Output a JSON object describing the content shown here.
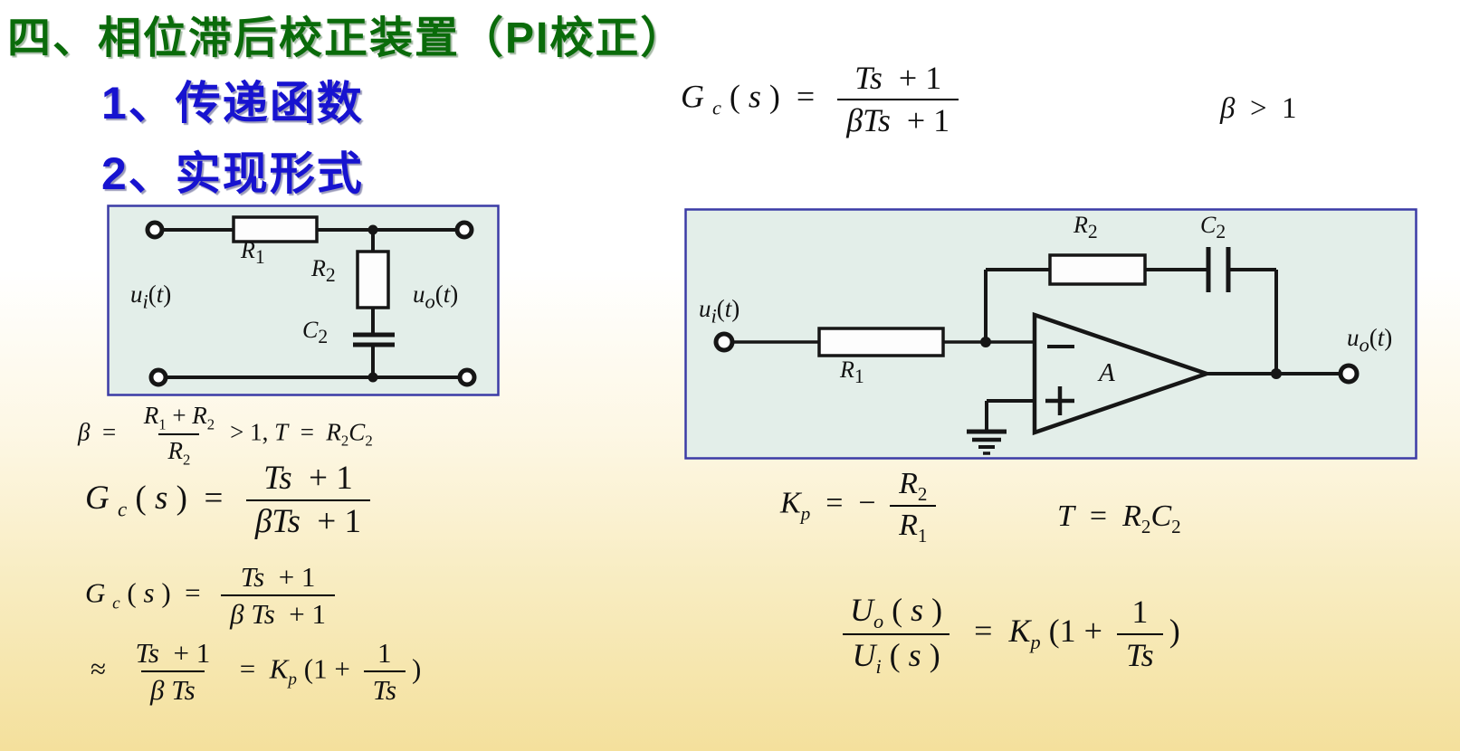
{
  "slide": {
    "title": "四、相位滞后校正装置（PI校正）",
    "headings": [
      {
        "label": "1、传递函数"
      },
      {
        "label": "2、实现形式"
      }
    ],
    "colors": {
      "title_green": "#0a6b0a",
      "heading_blue": "#1713d0",
      "circuit_bg": "#e3eee9",
      "circuit_border": "#3b3ba6",
      "bg_top": "#ffffff",
      "bg_bottom": "#f4e09c"
    }
  },
  "math": {
    "gc_top": [
      [
        "t",
        "G "
      ],
      [
        "si",
        "c"
      ],
      [
        "r",
        " ( "
      ],
      [
        "t",
        "s"
      ],
      [
        "r",
        " )  =  "
      ],
      [
        "f",
        [
          [
            "t",
            "Ts"
          ],
          [
            "r",
            "  + 1"
          ]
        ],
        [
          [
            "t",
            "βTs"
          ],
          [
            "r",
            "  + 1"
          ]
        ]
      ]
    ],
    "beta_gt_1": [
      [
        "t",
        "β"
      ],
      [
        "r",
        "  >  1"
      ]
    ],
    "beta_def": [
      [
        "t",
        "β"
      ],
      [
        "r",
        "  =  "
      ],
      [
        "f",
        [
          [
            "t",
            "R"
          ],
          [
            "s",
            "1"
          ],
          [
            "r",
            " + "
          ],
          [
            "t",
            "R"
          ],
          [
            "s",
            "2"
          ]
        ],
        [
          [
            "t",
            "R"
          ],
          [
            "s",
            "2"
          ]
        ]
      ],
      [
        "r",
        "> 1, "
      ],
      [
        "t",
        "T"
      ],
      [
        "r",
        "  =  "
      ],
      [
        "t",
        "R"
      ],
      [
        "s",
        "2"
      ],
      [
        "t",
        "C"
      ],
      [
        "s",
        "2"
      ]
    ],
    "gc_big": [
      [
        "t",
        "G "
      ],
      [
        "si",
        "c"
      ],
      [
        "r",
        " ( "
      ],
      [
        "t",
        "s"
      ],
      [
        "r",
        " )  =  "
      ],
      [
        "f",
        [
          [
            "t",
            "Ts"
          ],
          [
            "r",
            "  + 1"
          ]
        ],
        [
          [
            "t",
            "βTs"
          ],
          [
            "r",
            "  + 1"
          ]
        ]
      ]
    ],
    "gc_small": [
      [
        "t",
        "G "
      ],
      [
        "si",
        "c"
      ],
      [
        "r",
        " ( "
      ],
      [
        "t",
        "s"
      ],
      [
        "r",
        " )  =  "
      ],
      [
        "f",
        [
          [
            "t",
            "Ts"
          ],
          [
            "r",
            "  + 1"
          ]
        ],
        [
          [
            "t",
            "β Ts"
          ],
          [
            "r",
            "  + 1"
          ]
        ]
      ]
    ],
    "gc_approx": [
      [
        "r",
        "≈  "
      ],
      [
        "f",
        [
          [
            "t",
            "Ts"
          ],
          [
            "r",
            "  + 1"
          ]
        ],
        [
          [
            "t",
            "β Ts"
          ]
        ]
      ],
      [
        "r",
        "  =  "
      ],
      [
        "t",
        "K"
      ],
      [
        "si",
        "p"
      ],
      [
        "r",
        " (1 + "
      ],
      [
        "f",
        [
          [
            "r",
            "1"
          ]
        ],
        [
          [
            "t",
            "Ts"
          ]
        ]
      ],
      [
        "r",
        ")"
      ]
    ],
    "kp_def": [
      [
        "t",
        "K"
      ],
      [
        "si",
        "p"
      ],
      [
        "r",
        "  =  − "
      ],
      [
        "f",
        [
          [
            "t",
            "R"
          ],
          [
            "s",
            "2"
          ]
        ],
        [
          [
            "t",
            "R"
          ],
          [
            "s",
            "1"
          ]
        ]
      ]
    ],
    "t_def": [
      [
        "t",
        "T"
      ],
      [
        "r",
        "  =  "
      ],
      [
        "t",
        "R"
      ],
      [
        "s",
        "2"
      ],
      [
        "t",
        "C"
      ],
      [
        "s",
        "2"
      ]
    ],
    "uo_ui": [
      [
        "f",
        [
          [
            "t",
            "U"
          ],
          [
            "si",
            "o"
          ],
          [
            "r",
            " ( "
          ],
          [
            "t",
            "s"
          ],
          [
            "r",
            " )"
          ]
        ],
        [
          [
            "t",
            "U"
          ],
          [
            "si",
            "i"
          ],
          [
            "r",
            " ( "
          ],
          [
            "t",
            "s"
          ],
          [
            "r",
            " )"
          ]
        ]
      ],
      [
        "r",
        "  =  "
      ],
      [
        "t",
        "K"
      ],
      [
        "si",
        "p"
      ],
      [
        "r",
        " (1 + "
      ],
      [
        "f",
        [
          [
            "r",
            "1"
          ]
        ],
        [
          [
            "t",
            "Ts"
          ]
        ]
      ],
      [
        "r",
        ")"
      ]
    ]
  },
  "left_circuit": {
    "labels": {
      "r1": [
        [
          "t",
          "R"
        ],
        [
          "s",
          "1"
        ]
      ],
      "r2": [
        [
          "t",
          "R"
        ],
        [
          "s",
          "2"
        ]
      ],
      "c2": [
        [
          "t",
          "C"
        ],
        [
          "s",
          "2"
        ]
      ],
      "ui": [
        [
          "t",
          "u"
        ],
        [
          "si",
          "i"
        ],
        [
          "r",
          "("
        ],
        [
          "t",
          "t"
        ],
        [
          "r",
          ")"
        ]
      ],
      "uo": [
        [
          "t",
          "u"
        ],
        [
          "si",
          "o"
        ],
        [
          "r",
          "("
        ],
        [
          "t",
          "t"
        ],
        [
          "r",
          ")"
        ]
      ]
    }
  },
  "right_circuit": {
    "labels": {
      "r1": [
        [
          "t",
          "R"
        ],
        [
          "s",
          "1"
        ]
      ],
      "r2": [
        [
          "t",
          "R"
        ],
        [
          "s",
          "2"
        ]
      ],
      "c2": [
        [
          "t",
          "C"
        ],
        [
          "s",
          "2"
        ]
      ],
      "ui": [
        [
          "t",
          "u"
        ],
        [
          "si",
          "i"
        ],
        [
          "r",
          "("
        ],
        [
          "t",
          "t"
        ],
        [
          "r",
          ")"
        ]
      ],
      "uo": [
        [
          "t",
          "u"
        ],
        [
          "si",
          "o"
        ],
        [
          "r",
          "("
        ],
        [
          "t",
          "t"
        ],
        [
          "r",
          ")"
        ]
      ],
      "amp": [
        [
          "t",
          "A"
        ]
      ]
    }
  }
}
